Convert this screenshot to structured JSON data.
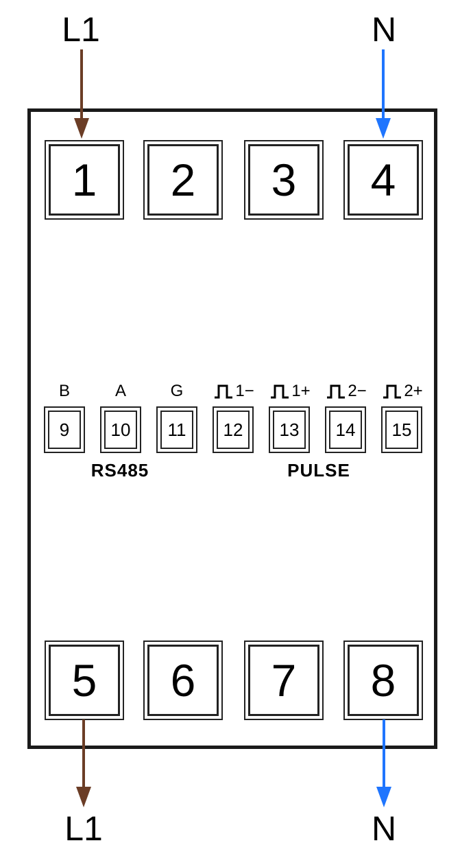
{
  "wires": {
    "top_left_label": "L1",
    "top_right_label": "N",
    "bottom_left_label": "L1",
    "bottom_right_label": "N",
    "line_color": "#6b3d26",
    "neutral_color": "#1f75fe"
  },
  "terminals": {
    "top": [
      "1",
      "2",
      "3",
      "4"
    ],
    "bottom": [
      "5",
      "6",
      "7",
      "8"
    ],
    "small": [
      "9",
      "10",
      "11",
      "12",
      "13",
      "14",
      "15"
    ]
  },
  "small_labels": {
    "b": "B",
    "a": "A",
    "g": "G",
    "p1": "1−",
    "p2": "1+",
    "p3": "2−",
    "p4": "2+"
  },
  "groups": {
    "rs485": "RS485",
    "pulse": "PULSE"
  },
  "icons": [
    "pulse-icon"
  ]
}
